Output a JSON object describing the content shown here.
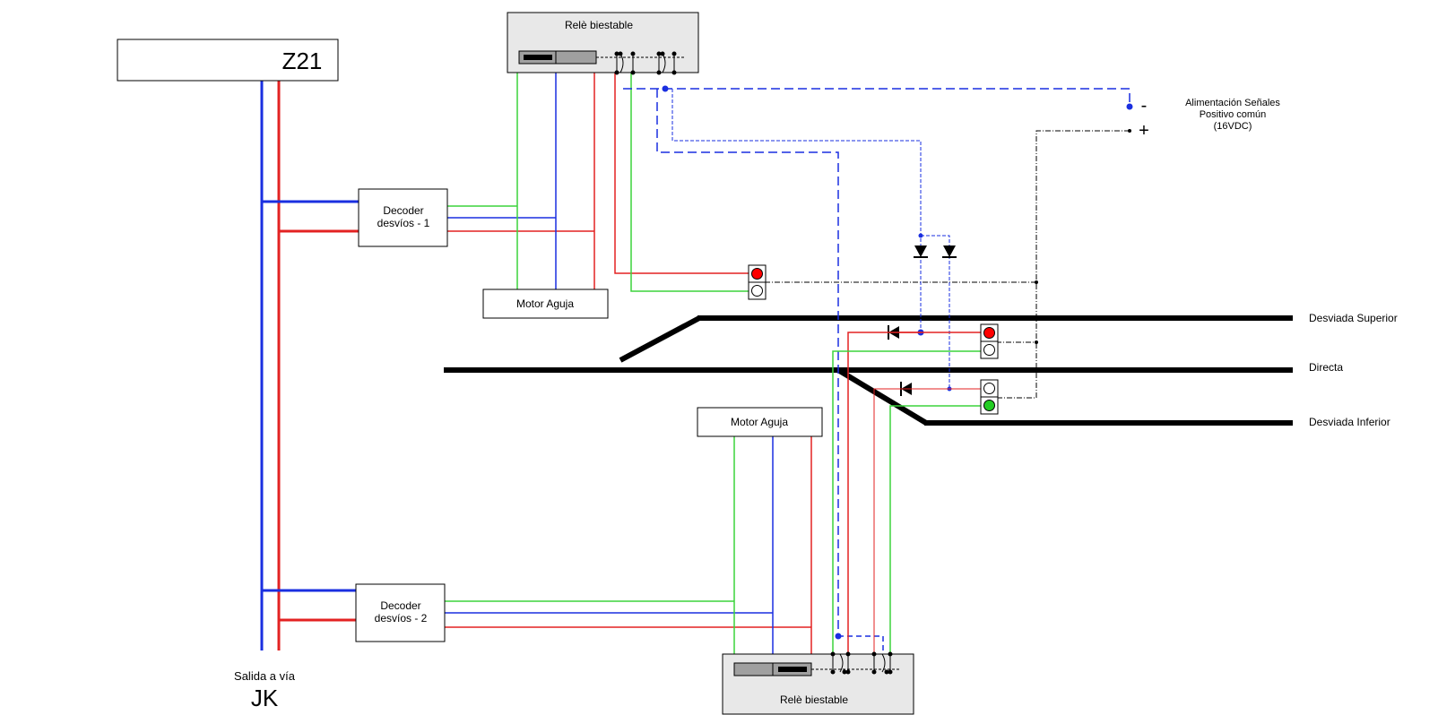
{
  "z21": {
    "title": "Z21"
  },
  "relay_top": {
    "label": "Relè biestable"
  },
  "relay_bottom": {
    "label": "Relè biestable"
  },
  "decoder_1": {
    "line1": "Decoder",
    "line2": "desvíos - 1"
  },
  "decoder_2": {
    "line1": "Decoder",
    "line2": "desvíos - 2"
  },
  "motor_top": {
    "label": "Motor Aguja"
  },
  "motor_bottom": {
    "label": "Motor Aguja"
  },
  "power": {
    "minus": "-",
    "plus": "+",
    "line1": "Alimentación Señales",
    "line2": "Positivo común",
    "line3": "(16VDC)"
  },
  "tracks": {
    "upper": "Desviada Superior",
    "direct": "Directa",
    "lower": "Desviada Inferior"
  },
  "output": {
    "line1": "Salida a vía",
    "line2": "JK"
  },
  "colors": {
    "red_wire": "#e32222",
    "blue_wire": "#1a2fe0",
    "green_wire": "#3cd43c",
    "signal_red": "#ff0000",
    "signal_green": "#22cc22",
    "relay_fill": "#e8e8e8",
    "track": "#000000"
  }
}
